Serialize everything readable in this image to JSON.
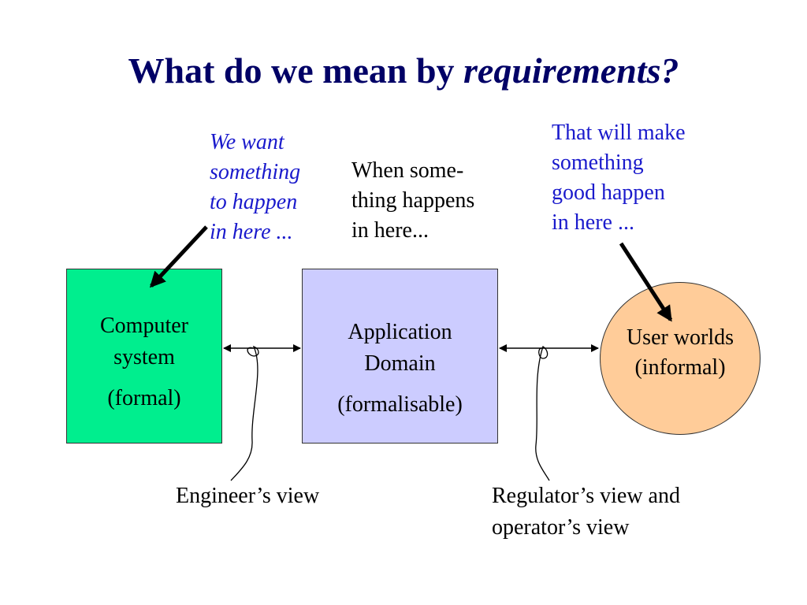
{
  "title": {
    "main": "What do we mean by",
    "emphasis": "requirements?"
  },
  "notes": {
    "want": [
      "We want",
      "something",
      "to happen",
      "in here ..."
    ],
    "when": [
      "When some-",
      "thing happens",
      "in here..."
    ],
    "make": [
      "That will make",
      "something",
      "good happen",
      "in here ..."
    ]
  },
  "nodes": {
    "computer": {
      "line1": "Computer",
      "line2": "system",
      "sub": "(formal)"
    },
    "application": {
      "line1": "Application",
      "line2": "Domain",
      "sub": "(formalisable)"
    },
    "user": {
      "line1": "User worlds",
      "line2": "(informal)"
    }
  },
  "captions": {
    "engineer": "Engineer’s view",
    "regulator": [
      "Regulator’s view and",
      "operator’s view"
    ]
  },
  "colors": {
    "title": "#000066",
    "annotation": "#1a1acc",
    "computer_fill": "#00ee8e",
    "application_fill": "#ccccff",
    "user_fill": "#ffcc99"
  }
}
